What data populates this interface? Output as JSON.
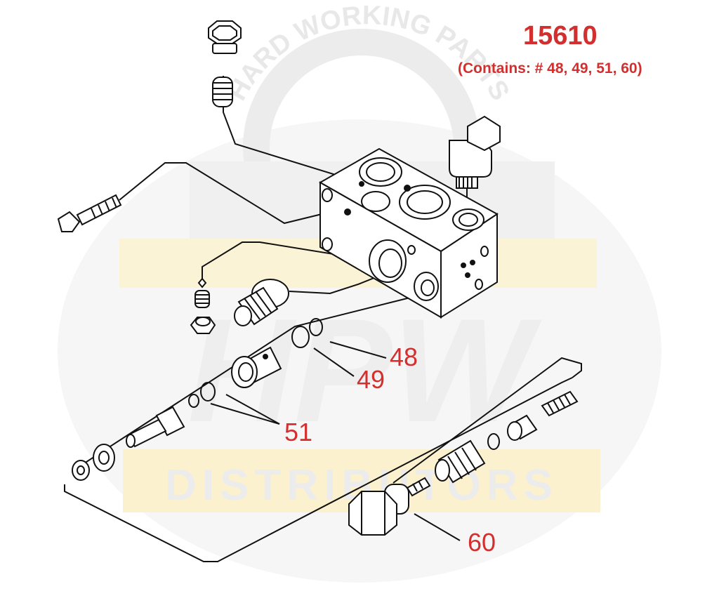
{
  "header": {
    "part_number": "15610",
    "contains_text": "(Contains: # 48, 49, 51, 60)"
  },
  "watermark": {
    "arc_text": "HARD WORKING PARTS",
    "logo_text": "HPW",
    "brand_text": "DISTRIBUTORS"
  },
  "callouts": {
    "c48": "48",
    "c49": "49",
    "c51": "51",
    "c60": "60"
  },
  "colors": {
    "label_red": "#d32f2f",
    "line_art": "#111111",
    "watermark_gray": "#eeeeee",
    "watermark_yellow": "#fbf1cf"
  }
}
